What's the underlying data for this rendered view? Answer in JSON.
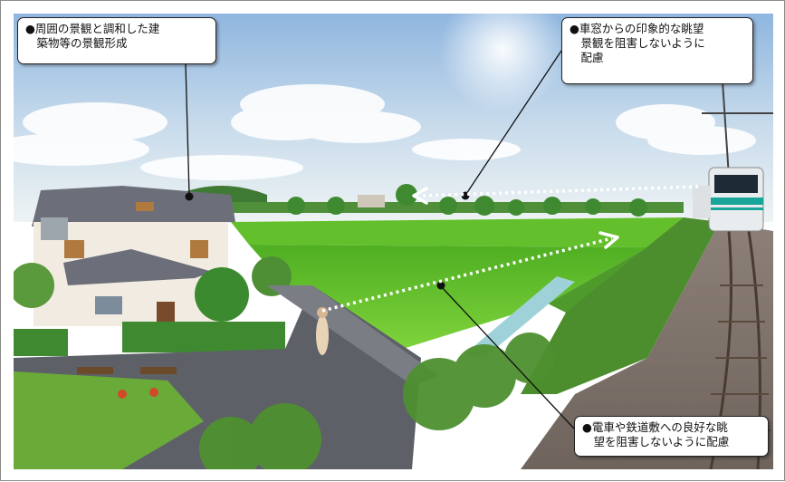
{
  "callouts": {
    "landscape_buildings": "●周囲の景観と調和した建\n　築物等の景観形成",
    "train_window_view": "●車窓からの印象的な眺望\n　景観を阻害しないように\n　配慮",
    "view_of_train": "●電車や鉄道敷への良好な眺\n　望を阻害しないように配慮"
  },
  "colors": {
    "sky_top": "#9fc3e6",
    "sky_horizon": "#e8f0f5",
    "field_green": "#5fbf2a",
    "train_stripe": "#1aa59a",
    "arrow": "#ffffff"
  }
}
